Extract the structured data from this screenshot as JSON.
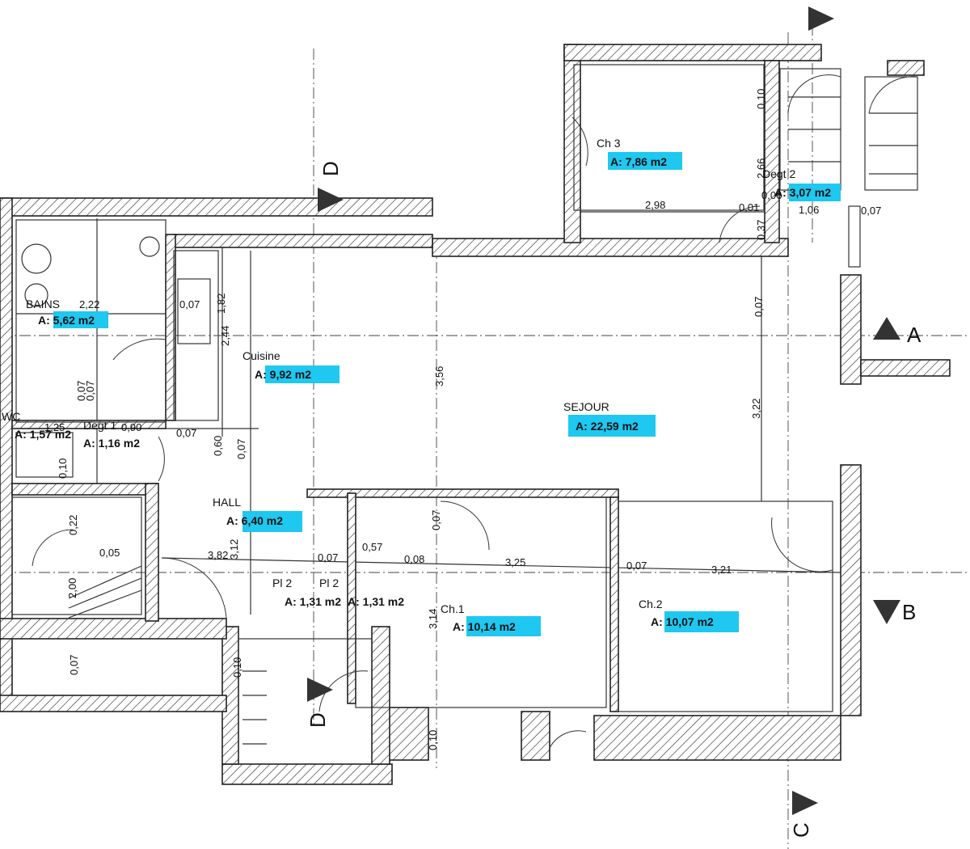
{
  "rooms": [
    {
      "name": "BAINS",
      "area": "A: 5,62 m2"
    },
    {
      "name": "Cuisine",
      "area": "A: 9,92 m2"
    },
    {
      "name": "SEJOUR",
      "area": "A: 22,59 m2"
    },
    {
      "name": "Ch 3",
      "area": "A: 7,86 m2"
    },
    {
      "name": "Degt 2",
      "area": "A: 3,07 m2"
    },
    {
      "name": "WC",
      "area": "A: 1,57 m2"
    },
    {
      "name": "Degt 1",
      "area": "A: 1,16 m2"
    },
    {
      "name": "HALL",
      "area": "A: 6,40 m2"
    },
    {
      "name": "Pl 2",
      "area": "A: 1,31 m2"
    },
    {
      "name": "Pl 2",
      "area": "A: 1,31 m2"
    },
    {
      "name": "Ch.1",
      "area": "A: 10,14 m2"
    },
    {
      "name": "Ch.2",
      "area": "A: 10,07 m2"
    }
  ],
  "dimensions": [
    "2,22",
    "0,07",
    "1,82",
    "2,44",
    "3,56",
    "3,22",
    "0,07",
    "0,10",
    "2,66",
    "0,06",
    "0,01",
    "0,37",
    "1,06",
    "0,07",
    "2,98",
    "1,25",
    "0,90",
    "0,07",
    "0,60",
    "0,07",
    "0,07",
    "0,10",
    "0,22",
    "0,05",
    "2,00",
    "0,07",
    "3,82",
    "3,12",
    "0,07",
    "0,57",
    "0,08",
    "3,25",
    "0,07",
    "3,21",
    "3,14",
    "0,07",
    "0,10",
    "0,10",
    "0,07"
  ],
  "section_marks": [
    "A",
    "B",
    "C",
    "D",
    "D"
  ],
  "colors": {
    "highlight": "#1ec8f0",
    "line": "#222222"
  }
}
